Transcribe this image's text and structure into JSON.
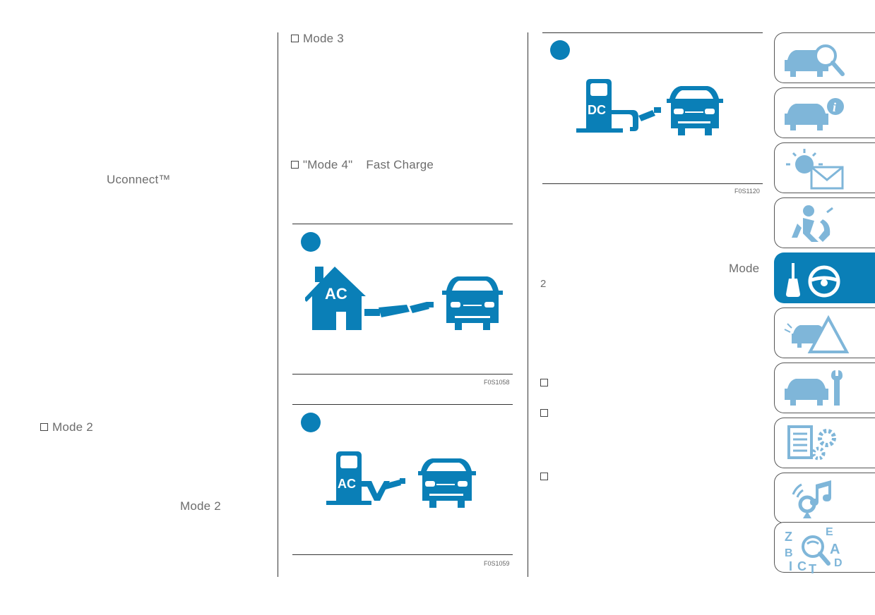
{
  "left_column": {
    "uconnect": "Uconnect™",
    "mode2_heading": "Mode 2",
    "mode2_inline": "Mode 2"
  },
  "middle_column": {
    "mode3_heading": "Mode 3",
    "mode4_heading": "\"Mode 4\"",
    "fast_charge": "Fast Charge",
    "figure1": {
      "code": "F0S1058",
      "station_label": "AC"
    },
    "figure2": {
      "code": "F0S1059",
      "station_label": "AC"
    }
  },
  "right_column": {
    "figure3": {
      "code": "F0S1120",
      "station_label": "DC"
    },
    "mode_word": "Mode",
    "mode_number": "2"
  },
  "colors": {
    "accent": "#0a7fb7",
    "icon_light": "#7fb6d9"
  },
  "side_tabs": [
    {
      "name": "car-search-icon",
      "active": false
    },
    {
      "name": "car-info-icon",
      "active": false
    },
    {
      "name": "light-warning-icon",
      "active": false
    },
    {
      "name": "airbag-seat-icon",
      "active": false
    },
    {
      "name": "driving-steering-icon",
      "active": true
    },
    {
      "name": "emergency-warning-icon",
      "active": false
    },
    {
      "name": "car-maintenance-icon",
      "active": false
    },
    {
      "name": "technical-data-icon",
      "active": false
    },
    {
      "name": "multimedia-icon",
      "active": false
    },
    {
      "name": "index-icon",
      "active": false
    }
  ]
}
